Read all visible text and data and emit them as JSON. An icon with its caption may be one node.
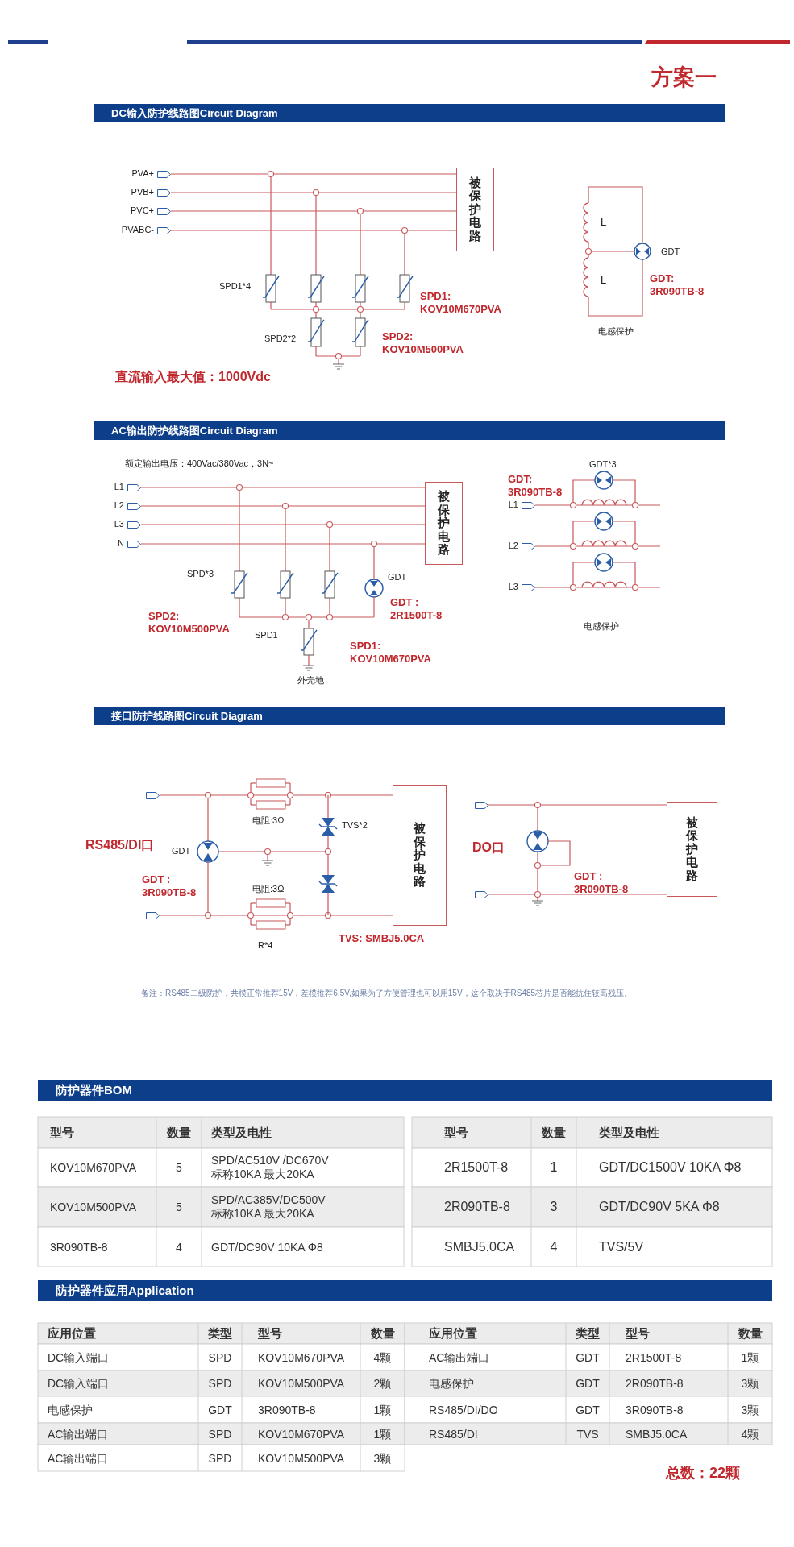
{
  "diagram": {
    "title": "方案一",
    "nodes": [
      {
        "text": [
          "DC输入防护线路图Circuit Diagram"
        ]
      },
      {
        "text": [],
        "shape": "box",
        "beside": [
          "PVA+"
        ]
      },
      {
        "text": [],
        "shape": "box",
        "beside": [
          "PVB+"
        ]
      },
      {
        "text": [],
        "shape": "box",
        "beside": [
          "PVC+"
        ]
      },
      {
        "text": [],
        "shape": "box",
        "beside": [
          "PVABC-"
        ]
      },
      {
        "text": [
          "被保护电路"
        ]
      },
      {
        "text": [
          "AC输出防护线路图Circuit Diagram"
        ]
      },
      {
        "text": [],
        "shape": "box",
        "beside": [
          "L1"
        ]
      },
      {
        "text": [],
        "shape": "box",
        "beside": [
          "L2"
        ]
      },
      {
        "text": [],
        "shape": "box",
        "beside": [
          "L3"
        ]
      },
      {
        "text": [],
        "shape": "box",
        "beside": [
          "N"
        ]
      },
      {
        "text": [
          "被保护电路"
        ]
      },
      {
        "text": [],
        "shape": "box",
        "beside": [
          "L1"
        ]
      },
      {
        "text": [],
        "shape": "box",
        "beside": [
          "L2"
        ]
      },
      {
        "text": [],
        "shape": "box",
        "beside": [
          "L3"
        ]
      },
      {
        "text": [
          "接口防护线路图Circuit Diagram"
        ]
      },
      {
        "text": [],
        "shape": "box"
      },
      {
        "text": [],
        "shape": "box"
      },
      {
        "text": [
          "被保护电路"
        ]
      },
      {
        "text": [],
        "shape": "box"
      },
      {
        "text": [],
        "shape": "box"
      },
      {
        "text": [
          "被保护电路"
        ]
      },
      {
        "text": [
          "防护器件BOM"
        ]
      },
      {
        "text": [
          "防护器件应用Application"
        ]
      }
    ],
    "edges": [
      {
        "from": 1,
        "to": 5,
        "arrow": "none"
      },
      {
        "from": 2,
        "to": 5,
        "arrow": "none"
      },
      {
        "from": 3,
        "to": 5,
        "arrow": "none"
      },
      {
        "from": 4,
        "to": 5,
        "arrow": "none"
      },
      {
        "from": 7,
        "to": 11,
        "arrow": "none"
      },
      {
        "from": 8,
        "to": 11,
        "arrow": "none"
      },
      {
        "from": 9,
        "to": 11,
        "arrow": "none"
      },
      {
        "from": 10,
        "to": 11,
        "arrow": "none"
      },
      {
        "from": 12,
        "to": null,
        "arrow": "none"
      },
      {
        "from": 13,
        "to": null,
        "arrow": "none"
      },
      {
        "from": 14,
        "to": null,
        "arrow": "none"
      },
      {
        "from": 16,
        "to": 18,
        "arrow": "none"
      },
      {
        "from": 17,
        "to": 18,
        "arrow": "none"
      },
      {
        "from": 19,
        "to": 21,
        "arrow": "none"
      },
      {
        "from": 20,
        "to": 21,
        "arrow": "none"
      }
    ],
    "labels": [
      "SPD1*4",
      "SPD1: KOV10M670PVA",
      "SPD2*2",
      "SPD2: KOV10M500PVA",
      "直流输入最大值：1000Vdc",
      "L",
      "L",
      "GDT",
      "GDT: 3R090TB-8",
      "电感保护",
      "额定输出电压：400Vac/380Vac，3N~",
      "SPD*3",
      "GDT",
      "GDT : 2R1500T-8",
      "SPD2: KOV10M500PVA",
      "SPD1",
      "SPD1: KOV10M670PVA",
      "外壳地",
      "GDT*3",
      "GDT: 3R090TB-8",
      "电感保护",
      "电阻:3Ω",
      "TVS*2",
      "RS485/DI口",
      "GDT",
      "GDT : 3R090TB-8",
      "电阻:3Ω",
      "R*4",
      "TVS: SMBJ5.0CA",
      "DO口",
      "GDT : 3R090TB-8",
      "备注：RS485二级防护，共模正常推荐15V，差模推荐6.5V,如果为了方便管理也可以用15V，这个取决于RS485芯片是否能抗住较高残压。",
      "型号",
      "数量",
      "类型及电性",
      "KOV10M670PVA",
      "5",
      "SPD/AC510V /DC670V 标称10KA 最大20KA",
      "KOV10M500PVA",
      "5",
      "SPD/AC385V/DC500V 标称10KA 最大20KA",
      "3R090TB-8",
      "4",
      "GDT/DC90V 10KA Φ8",
      "型号",
      "数量",
      "类型及电性",
      "2R1500T-8",
      "1",
      "GDT/DC1500V 10KA Φ8",
      "2R090TB-8",
      "3",
      "GDT/DC90V 5KA Φ8",
      "SMBJ5.0CA",
      "4",
      "TVS/5V",
      "应用位置",
      "类型",
      "型号",
      "数量",
      "DC输入端口",
      "SPD",
      "KOV10M670PVA",
      "4颗",
      "DC输入端口",
      "SPD",
      "KOV10M500PVA",
      "2颗",
      "电感保护",
      "GDT",
      "3R090TB-8",
      "1颗",
      "AC输出端口",
      "SPD",
      "KOV10M670PVA",
      "1颗",
      "AC输出端口",
      "SPD",
      "KOV10M500PVA",
      "3颗",
      "应用位置",
      "类型",
      "型号",
      "数量",
      "AC输出端口",
      "GDT",
      "2R1500T-8",
      "1颗",
      "电感保护",
      "GDT",
      "2R090TB-8",
      "3颗",
      "RS485/DI/DO",
      "GDT",
      "3R090TB-8",
      "3颗",
      "RS485/DI",
      "TVS",
      "SMBJ5.0CA",
      "4颗",
      "总数：22颗"
    ]
  }
}
